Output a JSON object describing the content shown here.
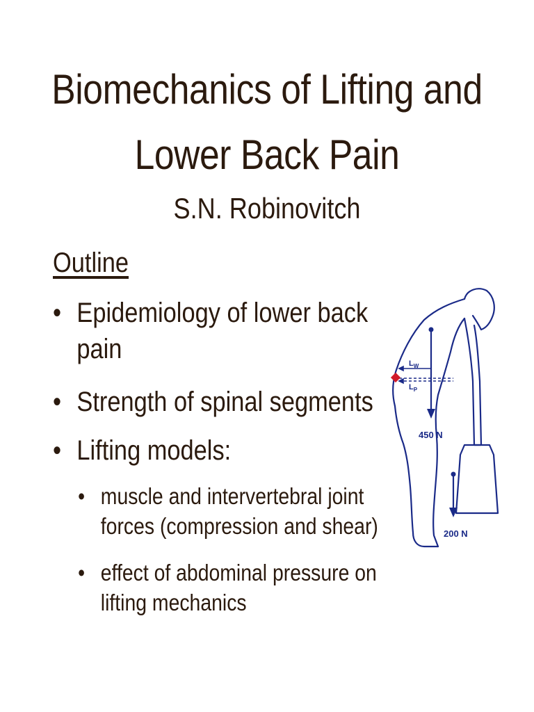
{
  "title": {
    "line1": "Biomechanics of Lifting and",
    "line2": "Lower Back Pain"
  },
  "author": "S.N. Robinovitch",
  "outline": {
    "heading": "Outline",
    "bullet_glyph": "•",
    "items": [
      {
        "line1": "Epidemiology of lower back",
        "line2": "pain"
      },
      {
        "line1": "Strength of spinal segments"
      },
      {
        "line1": "Lifting models:"
      }
    ],
    "subitems": [
      {
        "line1": "muscle and intervertebral joint",
        "line2": "forces (compression and shear)"
      },
      {
        "line1": "effect of abdominal pressure on",
        "line2": "lifting mechanics"
      }
    ]
  },
  "figure": {
    "label_lw_main": "L",
    "label_lw_sub": "W",
    "label_lp_main": "L",
    "label_lp_sub": "P",
    "force_upper": "450 N",
    "force_lower": "200 N",
    "icons": [
      "body-outline",
      "force-arrow",
      "spine-marker"
    ],
    "colors": {
      "line": "#1a2a88",
      "marker": "#d11a2a"
    }
  }
}
